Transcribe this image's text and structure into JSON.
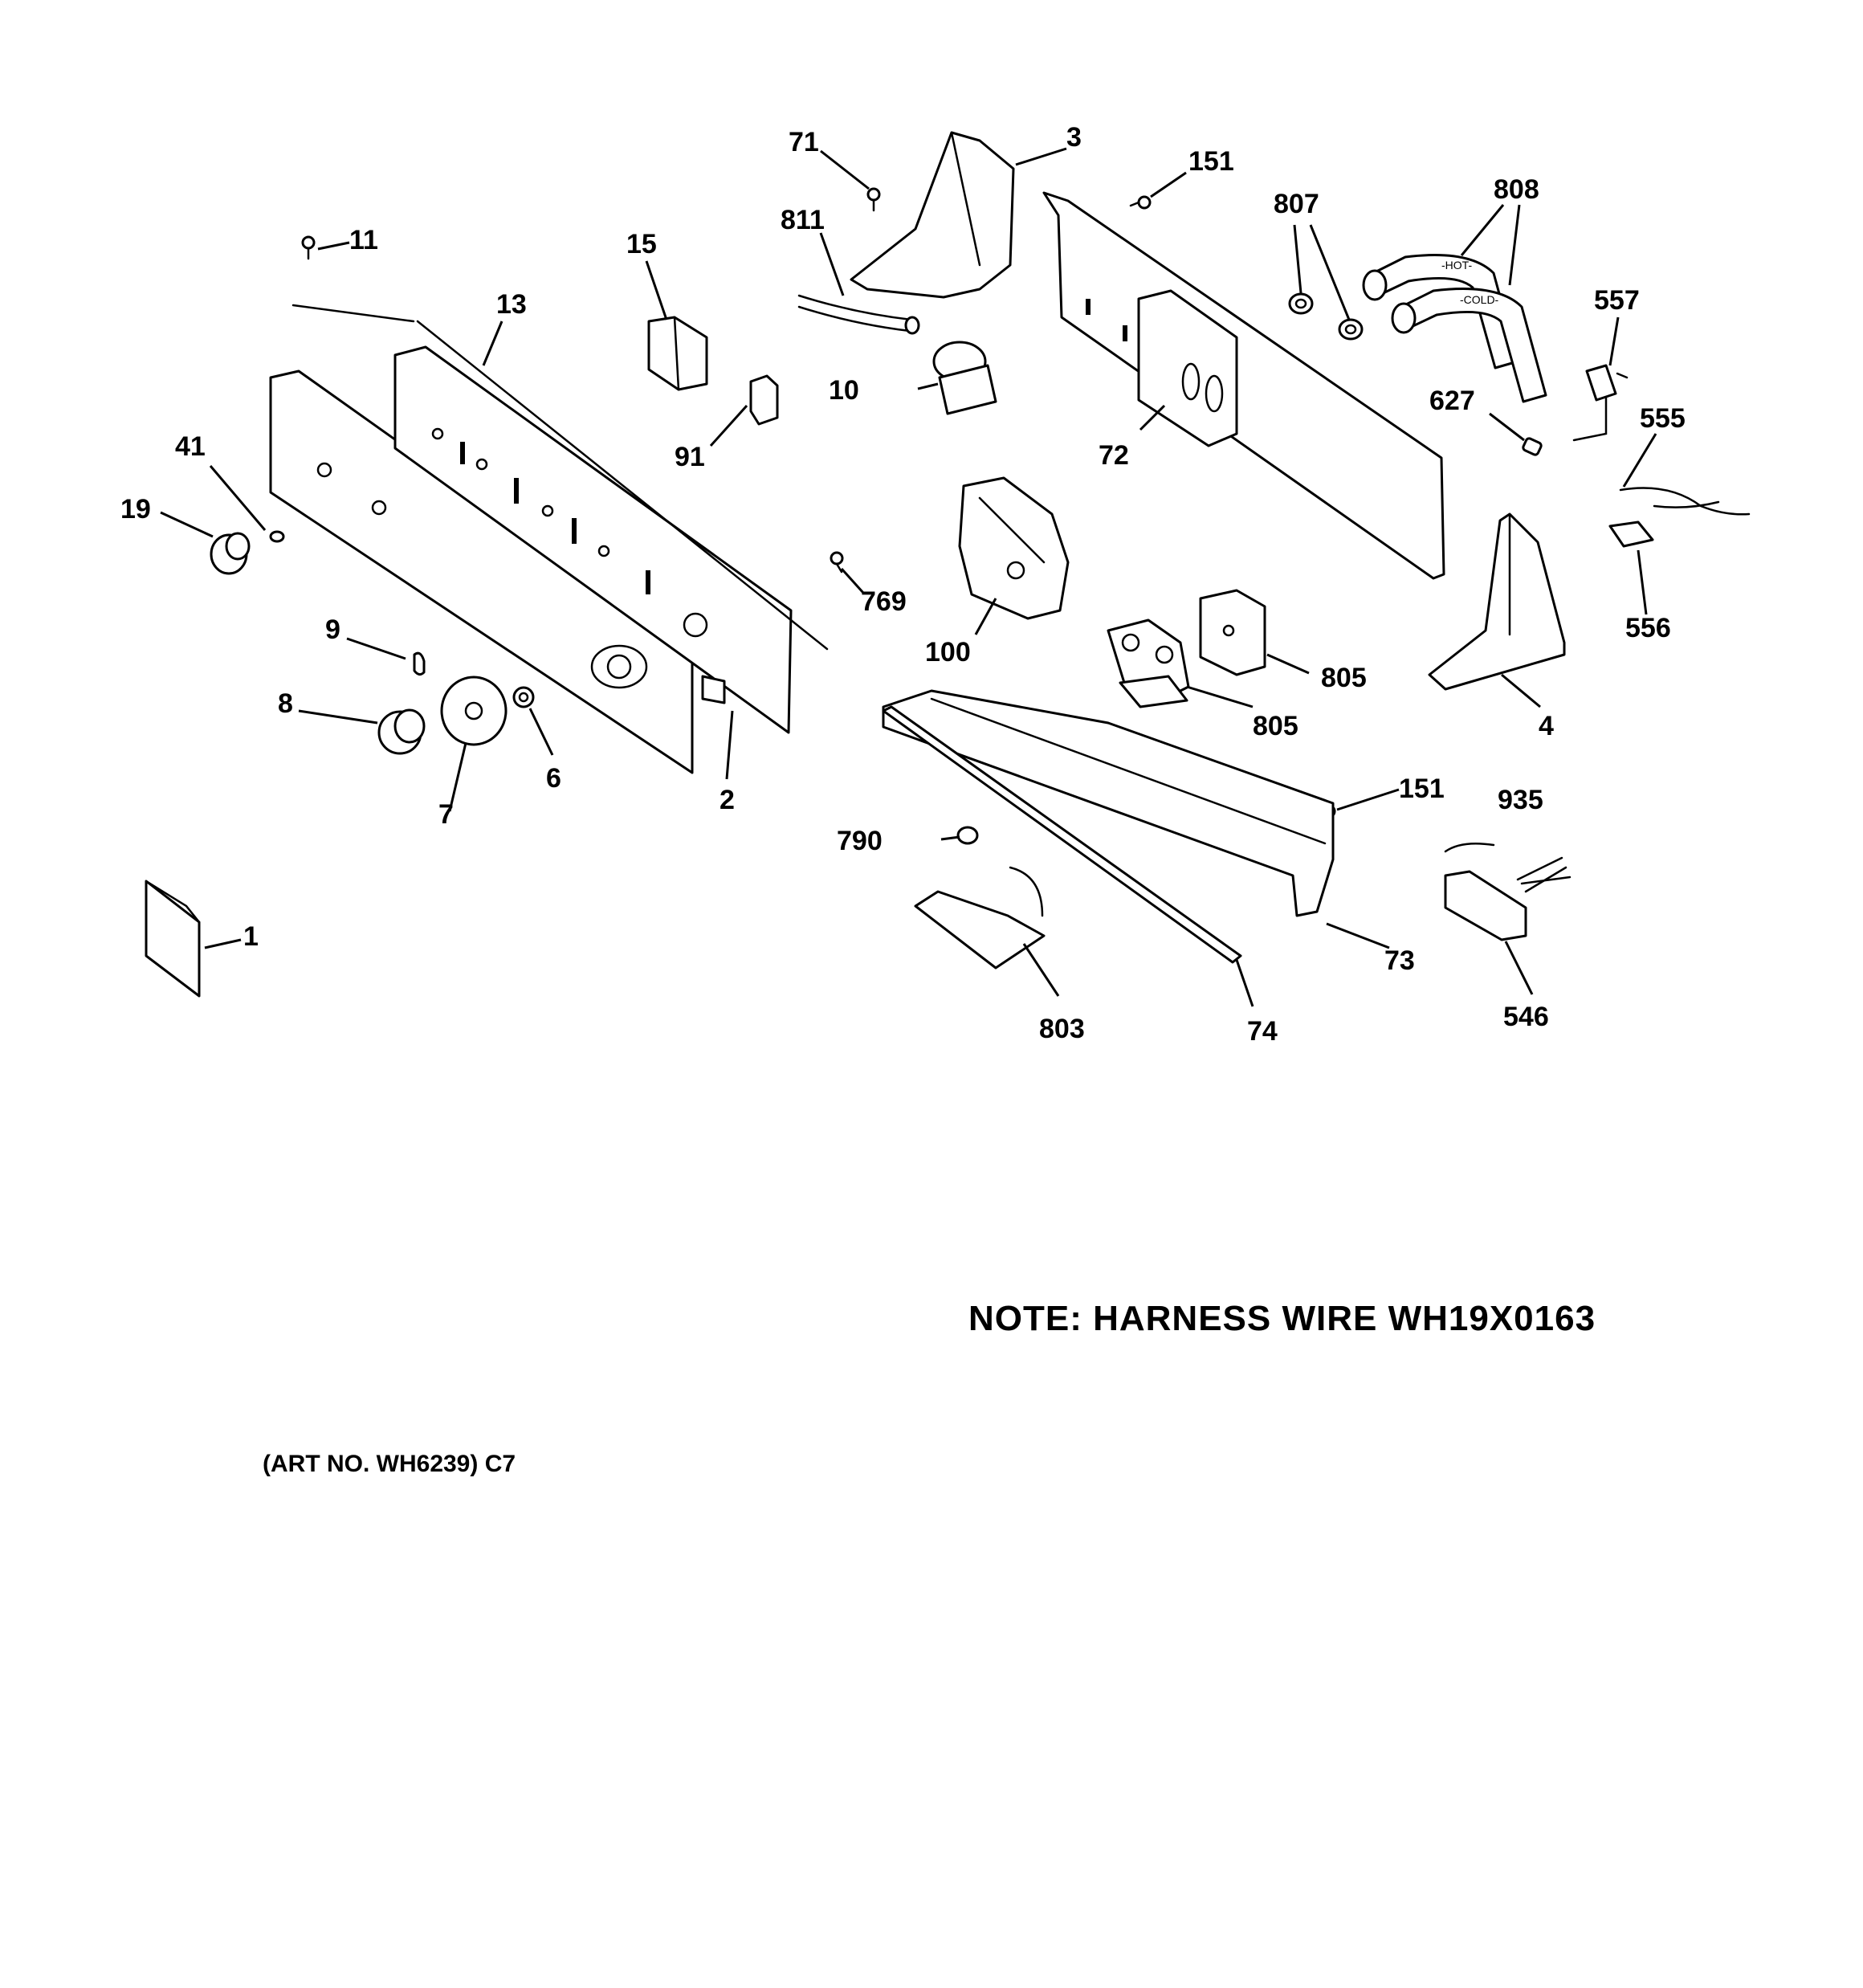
{
  "callouts": {
    "c71": "71",
    "c3": "3",
    "c151a": "151",
    "c807": "807",
    "c808": "808",
    "c811": "811",
    "c15": "15",
    "c11": "11",
    "c13": "13",
    "c557": "557",
    "c10": "10",
    "c627": "627",
    "c555": "555",
    "c41": "41",
    "c91": "91",
    "c72": "72",
    "c19": "19",
    "c769": "769",
    "c556": "556",
    "c9": "9",
    "c100": "100",
    "c805a": "805",
    "c8": "8",
    "c805b": "805",
    "c4": "4",
    "c6": "6",
    "c2": "2",
    "c7": "7",
    "c151b": "151",
    "c935": "935",
    "c790": "790",
    "c1": "1",
    "c73": "73",
    "c546": "546",
    "c803": "803",
    "c74": "74"
  },
  "notes": {
    "harness": "NOTE: HARNESS WIRE WH19X0163",
    "art_number": "(ART NO. WH6239) C7"
  },
  "hose_labels": {
    "hot": "-HOT-",
    "cold": "-COLD-"
  }
}
